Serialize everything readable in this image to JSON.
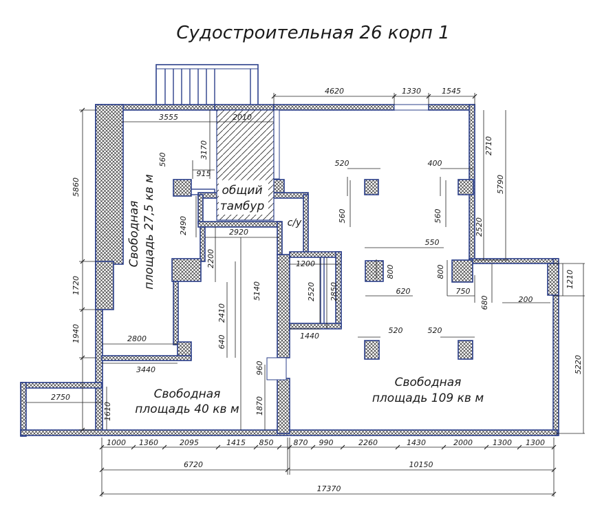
{
  "title": "Судостроительная 26 корп 1",
  "rooms": {
    "room_a_line1": "Свободная",
    "room_a_line2": "площадь 27,5 кв м",
    "vestibule_line1": "общий",
    "vestibule_line2": "тамбур",
    "wc": "с/у",
    "room_b_line1": "Свободная",
    "room_b_line2": "площадь 40 кв м",
    "room_c_line1": "Свободная",
    "room_c_line2": "площадь 109 кв м"
  },
  "dimensions": {
    "top_4620": "4620",
    "top_1330": "1330",
    "top_1545": "1545",
    "d_3555": "3555",
    "d_2010": "2010",
    "d_3170": "3170",
    "d_560_left": "560",
    "d_915": "915",
    "d_2490": "2490",
    "d_2920": "2920",
    "d_2200": "2200",
    "d_5140": "5140",
    "d_2410": "2410",
    "d_640": "640",
    "d_2800": "2800",
    "d_3440": "3440",
    "d_960": "960",
    "d_1870": "1870",
    "d_2750": "2750",
    "d_1610": "1610",
    "left_5860": "5860",
    "left_1720": "1720",
    "left_1940": "1940",
    "d_1200": "1200",
    "d_2520_wc": "2520",
    "d_2850": "2850",
    "d_1440": "1440",
    "col1_520": "520",
    "col1_560": "560",
    "col2_400": "400",
    "col2_560": "560",
    "right_2710": "2710",
    "right_5790": "5790",
    "right_2520": "2520",
    "d_550": "550",
    "d_800_a": "800",
    "d_620": "620",
    "d_800_b": "800",
    "d_750": "750",
    "d_680": "680",
    "d_200": "200",
    "d_1210": "1210",
    "d_5220": "5220",
    "col3_520": "520",
    "col4_520": "520",
    "bot": [
      "1000",
      "1360",
      "2095",
      "1415",
      "850",
      "870",
      "990",
      "2260",
      "1430",
      "2000",
      "1300",
      "1300"
    ],
    "total_left": "6720",
    "total_right": "10150",
    "total": "17370"
  }
}
